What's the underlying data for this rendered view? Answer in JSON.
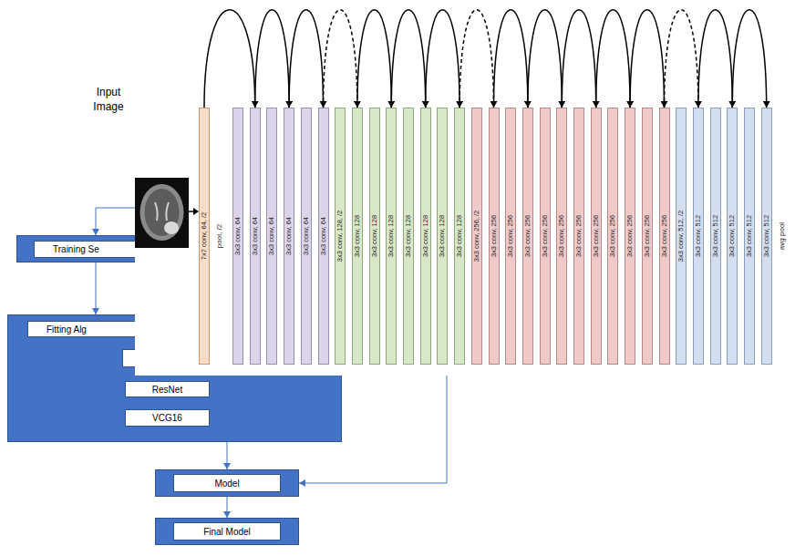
{
  "diagram": {
    "nodes": [
      {
        "text": [
          "Input Image"
        ]
      },
      {
        "text": [
          "7x7 conv, 64, /2"
        ],
        "in": 0
      },
      {
        "text": [
          "3x3 conv, 64"
        ],
        "in": 0
      },
      {
        "text": [
          "3x3 conv, 64"
        ],
        "in": 0
      },
      {
        "text": [
          "3x3 conv, 64"
        ],
        "in": 0
      },
      {
        "text": [
          "3x3 conv, 64"
        ],
        "in": 0
      },
      {
        "text": [
          "3x3 conv, 64"
        ],
        "in": 0
      },
      {
        "text": [
          "3x3 conv, 64"
        ],
        "in": 0
      },
      {
        "text": [
          "3x3 conv, 128, /2"
        ],
        "in": 0
      },
      {
        "text": [
          "3x3 conv, 128"
        ],
        "in": 0
      },
      {
        "text": [
          "3x3 conv, 128"
        ],
        "in": 0
      },
      {
        "text": [
          "3x3 conv, 128"
        ],
        "in": 0
      },
      {
        "text": [
          "3x3 conv, 128"
        ],
        "in": 0
      },
      {
        "text": [
          "3x3 conv, 128"
        ],
        "in": 0
      },
      {
        "text": [
          "3x3 conv, 128"
        ],
        "in": 0
      },
      {
        "text": [
          "3x3 conv, 128"
        ],
        "in": 0
      },
      {
        "text": [
          "3x3 conv, 256, /2"
        ],
        "in": 0
      },
      {
        "text": [
          "3x3 conv, 256"
        ],
        "in": 0
      },
      {
        "text": [
          "3x3 conv, 256"
        ],
        "in": 0
      },
      {
        "text": [
          "3x3 conv, 256"
        ],
        "in": 0
      },
      {
        "text": [
          "3x3 conv, 256"
        ],
        "in": 0
      },
      {
        "text": [
          "3x3 conv, 256"
        ],
        "in": 0
      },
      {
        "text": [
          "3x3 conv, 256"
        ],
        "in": 0
      },
      {
        "text": [
          "3x3 conv, 256"
        ],
        "in": 0
      },
      {
        "text": [
          "3x3 conv, 256"
        ],
        "in": 0
      },
      {
        "text": [
          "3x3 conv, 256"
        ],
        "in": 0
      },
      {
        "text": [
          "3x3 conv, 256"
        ],
        "in": 0
      },
      {
        "text": [
          "3x3 conv, 256"
        ],
        "in": 0
      },
      {
        "text": [
          "3x3 conv, 512, /2"
        ],
        "in": 0
      },
      {
        "text": [
          "3x3 conv, 512"
        ],
        "in": 0
      },
      {
        "text": [
          "3x3 conv, 512"
        ],
        "in": 0
      },
      {
        "text": [
          "3x3 conv, 512"
        ],
        "in": 0
      },
      {
        "text": [
          "3x3 conv, 512"
        ],
        "in": 0
      },
      {
        "text": [
          "3x3 conv, 512"
        ],
        "in": 0
      },
      {
        "text": [
          "Training Se"
        ]
      },
      {
        "text": [
          "Fitting Alg"
        ]
      },
      {
        "text": [
          "ResNet"
        ],
        "in": 35
      },
      {
        "text": [
          "VCG16"
        ],
        "in": 35
      },
      {
        "text": [
          "Model"
        ]
      },
      {
        "text": [
          "Final Model"
        ]
      }
    ],
    "edges": [
      {
        "from": 1,
        "to": 3,
        "arrow": "to"
      },
      {
        "from": 3,
        "to": 5,
        "arrow": "to"
      },
      {
        "from": 5,
        "to": 7,
        "arrow": "to"
      },
      {
        "from": 7,
        "to": 9,
        "arrow": "to"
      },
      {
        "from": 9,
        "to": 11,
        "arrow": "to"
      },
      {
        "from": 11,
        "to": 13,
        "arrow": "to"
      },
      {
        "from": 13,
        "to": 15,
        "arrow": "to"
      },
      {
        "from": 15,
        "to": 17,
        "arrow": "to"
      },
      {
        "from": 17,
        "to": 19,
        "arrow": "to"
      },
      {
        "from": 19,
        "to": 21,
        "arrow": "to"
      },
      {
        "from": 21,
        "to": 23,
        "arrow": "to"
      },
      {
        "from": 23,
        "to": 25,
        "arrow": "to"
      },
      {
        "from": 25,
        "to": 27,
        "arrow": "to"
      },
      {
        "from": 27,
        "to": 29,
        "arrow": "to"
      },
      {
        "from": 29,
        "to": 31,
        "arrow": "to"
      },
      {
        "from": 31,
        "to": 33,
        "arrow": "to"
      },
      {
        "from": 0,
        "to": 34,
        "arrow": "to"
      },
      {
        "from": 34,
        "to": 35,
        "arrow": "to"
      },
      {
        "from": 35,
        "to": 38,
        "arrow": "to"
      },
      {
        "from": 0,
        "to": 38,
        "arrow": "to"
      },
      {
        "from": 38,
        "to": 39,
        "arrow": "to"
      }
    ],
    "labels": [
      "pool, /2",
      "avg pool"
    ]
  }
}
